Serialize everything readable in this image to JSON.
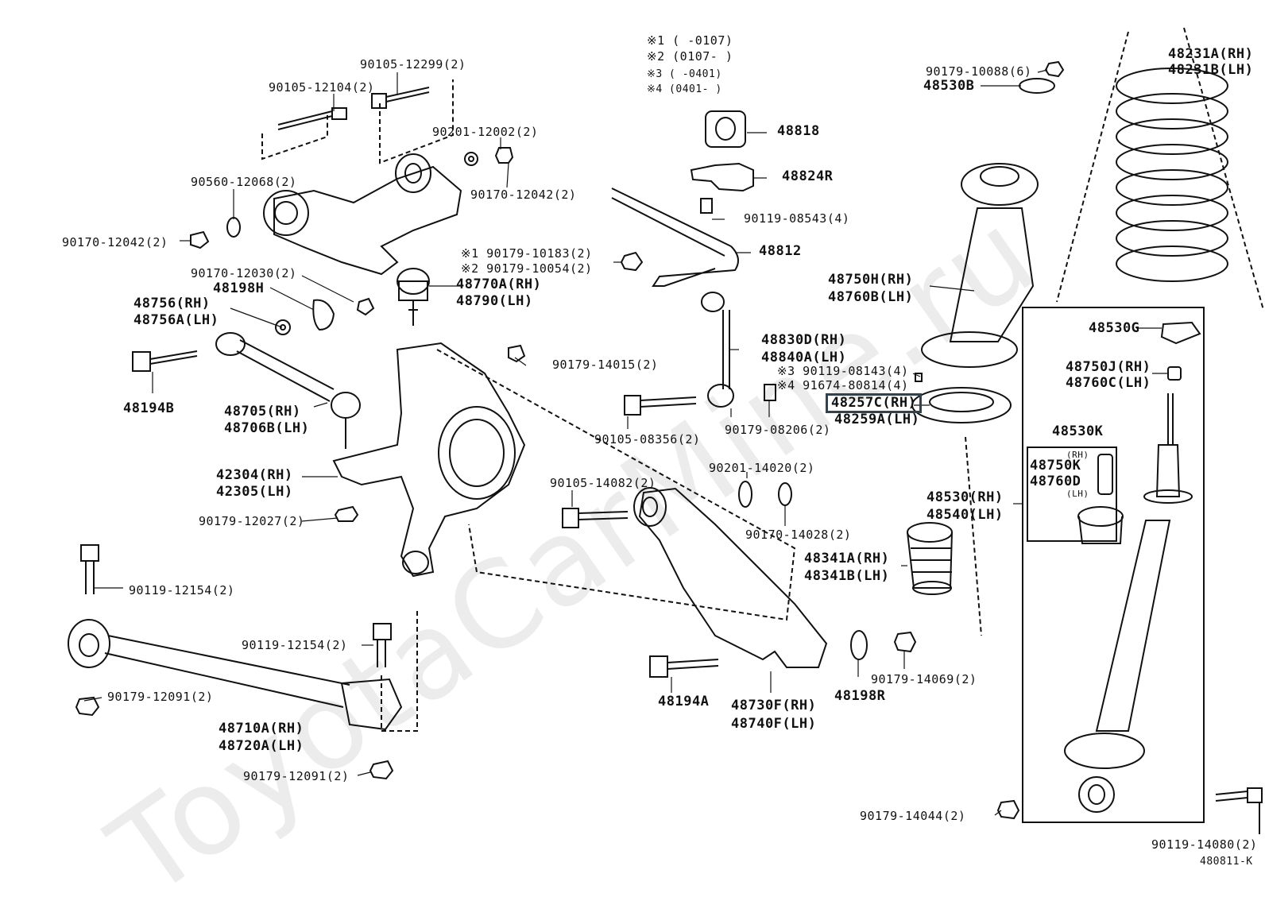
{
  "watermark": "ToyotaCarMine.ru",
  "figure_code": "480811-K",
  "notes": {
    "n1": "※1 (      -0107)",
    "n2": "※2 (0107-      )",
    "n3": "※3 (      -0401)",
    "n4": "※4 (0401-      )"
  },
  "labels": {
    "p90105_12299": "90105-12299(2)",
    "p90105_12104": "90105-12104(2)",
    "p90201_12002": "90201-12002(2)",
    "p90560_12068": "90560-12068(2)",
    "p90170_12042_a": "90170-12042(2)",
    "p90170_12042_b": "90170-12042(2)",
    "p90179_10183": "※1 90179-10183(2)",
    "p90179_10054": "※2 90179-10054(2)",
    "p90170_12030": "90170-12030(2)",
    "p48198H": "48198H",
    "p48770A": "48770A(RH)",
    "p48790": "48790(LH)",
    "p48756": "48756(RH)",
    "p48756A": "48756A(LH)",
    "p48194B": "48194B",
    "p48705": "48705(RH)",
    "p48706B": "48706B(LH)",
    "p90179_14015": "90179-14015(2)",
    "p42304": "42304(RH)",
    "p42305": "42305(LH)",
    "p90179_12027": "90179-12027(2)",
    "p90119_12154_a": "90119-12154(2)",
    "p90119_12154_b": "90119-12154(2)",
    "p90179_12091_a": "90179-12091(2)",
    "p48710A": "48710A(RH)",
    "p48720A": "48720A(LH)",
    "p90179_12091_b": "90179-12091(2)",
    "p48818": "48818",
    "p48824R": "48824R",
    "p90119_08543": "90119-08543(4)",
    "p48812": "48812",
    "p48830D": "48830D(RH)",
    "p48840A": "48840A(LH)",
    "p90105_08356": "90105-08356(2)",
    "p90179_08206": "90179-08206(2)",
    "p90201_14020": "90201-14020(2)",
    "p90105_14082": "90105-14082(2)",
    "p90170_14028": "90170-14028(2)",
    "p48341A": "48341A(RH)",
    "p48341B": "48341B(LH)",
    "p90179_14069": "90179-14069(2)",
    "p48194A": "48194A",
    "p48730F": "48730F(RH)",
    "p48740F": "48740F(LH)",
    "p48198R": "48198R",
    "p90179_10088": "90179-10088(6)",
    "p48530B": "48530B",
    "p48231A": "48231A(RH)",
    "p48231B": "48231B(LH)",
    "p48750H": "48750H(RH)",
    "p48760B": "48760B(LH)",
    "p90119_08143": "※3 90119-08143(4)",
    "p91674_80814": "※4 91674-80814(4)",
    "p48257C": "48257C(RH)",
    "p48259A": "48259A(LH)",
    "p48530G": "48530G",
    "p48750J": "48750J(RH)",
    "p48760C": "48760C(LH)",
    "p48530K": "48530K",
    "rh_small": "(RH)",
    "lh_small": "(LH)",
    "p48750K": "48750K",
    "p48760D": "48760D",
    "p48530": "48530(RH)",
    "p48540": "48540(LH)",
    "p90179_14044": "90179-14044(2)",
    "p90119_14080": "90119-14080(2)"
  },
  "colors": {
    "line": "#111111",
    "highlight_border": "#2f4350",
    "watermark": "#ececec"
  }
}
